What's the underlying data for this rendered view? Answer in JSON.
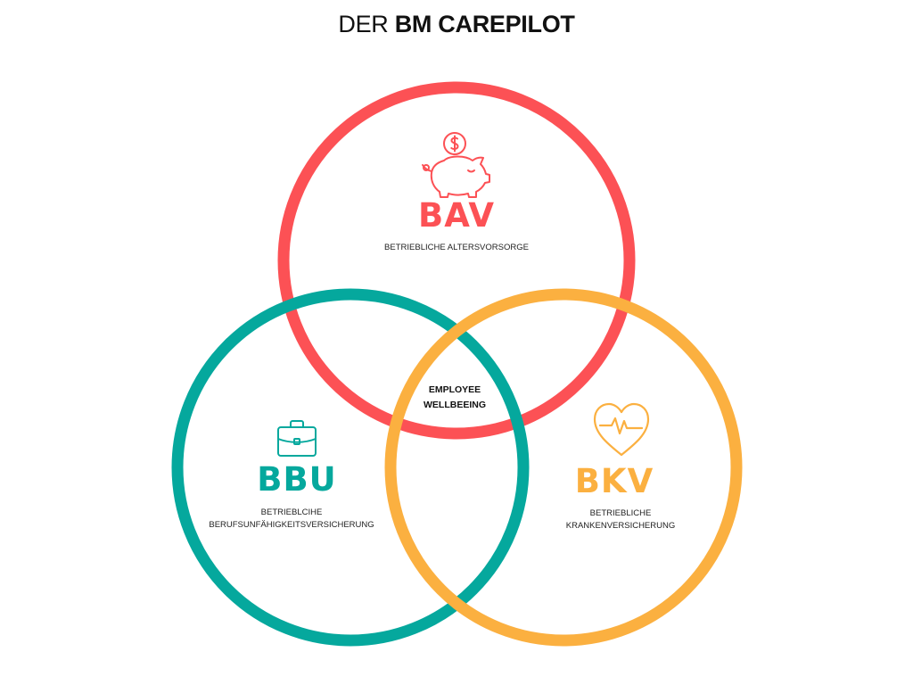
{
  "title": {
    "prefix": "DER",
    "brand": "BM CAREPILOT"
  },
  "colors": {
    "bav": "#fc5155",
    "bbu": "#05a89d",
    "bkv": "#fbb040"
  },
  "circles": {
    "bav": {
      "abbr": "BAV",
      "description": "BETRIEBLICHE ALTERSVORSORGE",
      "icon": "piggy-bank-icon"
    },
    "bbu": {
      "abbr": "BBU",
      "description_line1": "BETRIEBLCIHE",
      "description_line2": "BERUFSUNFÄHIGKEITSVERSICHERUNG",
      "icon": "briefcase-icon"
    },
    "bkv": {
      "abbr": "BKV",
      "description_line1": "BETRIEBLICHE",
      "description_line2": "KRANKENVERSICHERUNG",
      "icon": "heart-pulse-icon"
    }
  },
  "center": {
    "line1": "EMPLOYEE",
    "line2": "WELLBEEING"
  }
}
